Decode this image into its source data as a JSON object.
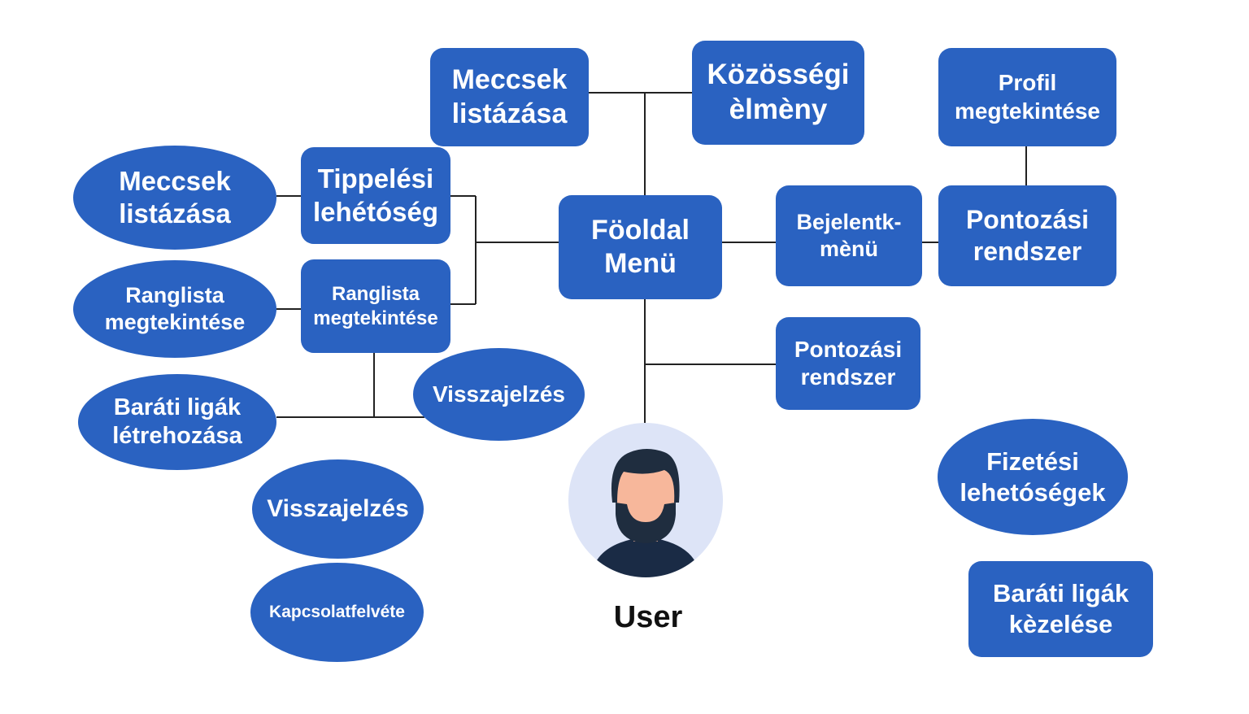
{
  "colors": {
    "node_fill": "#2a62c1",
    "node_text": "#ffffff",
    "line": "#222222",
    "avatar_bg": "#dde4f7",
    "skin": "#f7b79b",
    "hair": "#1f2d3f",
    "shirt": "#1a2b45"
  },
  "nodes": {
    "fooldal": "Föoldal\nMenü",
    "meccsek_top": "Meccsek\nlistázása",
    "kozossegi": "Közösségi\nèlmèny",
    "profil": "Profil\nmegtekintése",
    "tippelesi": "Tippelési\nlehétóség",
    "meccsek_left": "Meccsek\nlistázása",
    "ranglista_rect": "Ranglista\nmegtekintése",
    "ranglista_oval": "Ranglista\nmegtekintése",
    "barati_oval": "Baráti ligák\nlétrehozása",
    "visszajelzes_mid": "Visszajelzés",
    "visszajelzes_low": "Visszajelzés",
    "kapcsolat": "Kapcsolatfelvéte",
    "bejelentk": "Bejelentk-\nmènü",
    "pontozasi_right": "Pontozási\nrendszer",
    "pontozasi_mid": "Pontozási\nrendszer",
    "fizetesi": "Fizetési\nlehetóségek",
    "barati_kez": "Baráti ligák\nkèzelése"
  },
  "user": {
    "label": "User",
    "icon": "user-avatar-icon"
  }
}
